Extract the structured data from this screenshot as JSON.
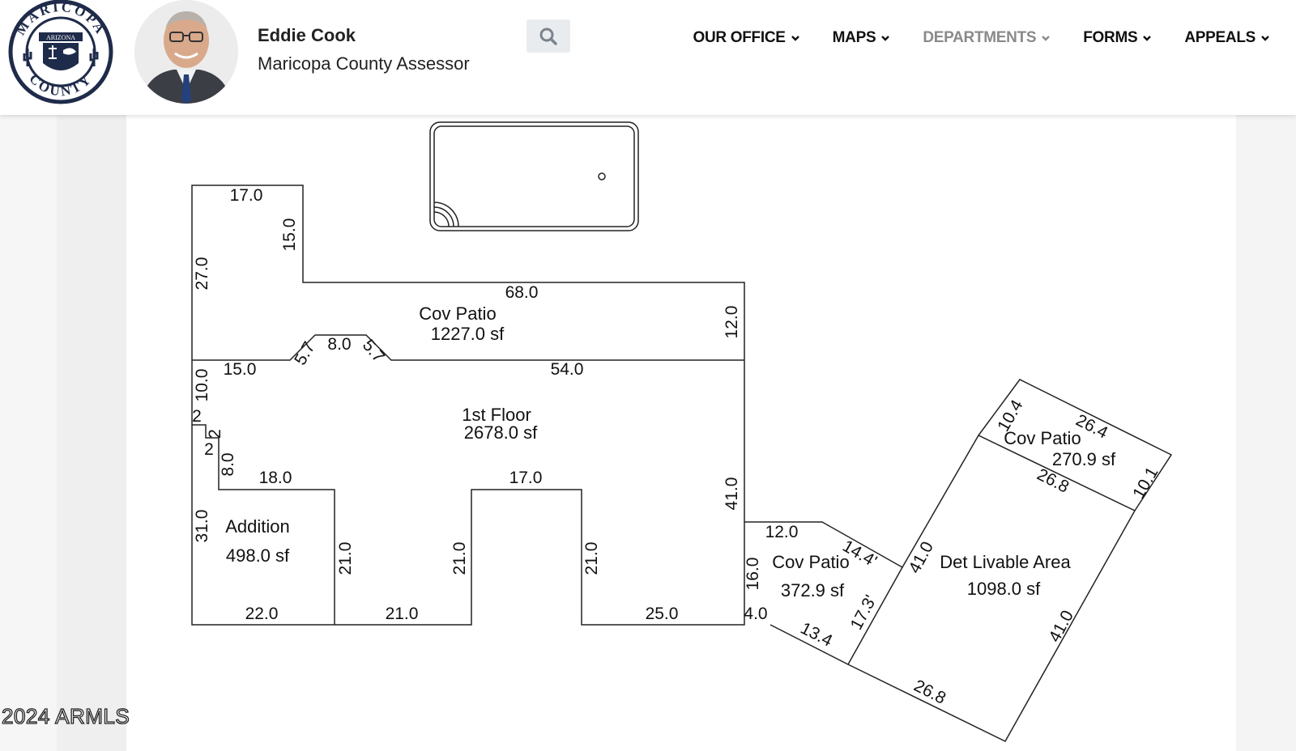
{
  "header": {
    "logo": {
      "top_text": "MARICOPA",
      "bottom_text": "COUNTY",
      "banner": "ARIZONA"
    },
    "person_name": "Eddie Cook",
    "person_title": "Maricopa County Assessor",
    "search_icon": "search-icon"
  },
  "nav": [
    {
      "label": "OUR OFFICE",
      "muted": false
    },
    {
      "label": "MAPS",
      "muted": false
    },
    {
      "label": "DEPARTMENTS",
      "muted": true
    },
    {
      "label": "FORMS",
      "muted": false
    },
    {
      "label": "APPEALS",
      "muted": false
    }
  ],
  "sketch": {
    "areas": {
      "cov_patio_main": {
        "name": "Cov Patio",
        "size": "1227.0 sf"
      },
      "first_floor": {
        "name": "1st Floor",
        "size": "2678.0 sf"
      },
      "addition": {
        "name": "Addition",
        "size": "498.0 sf"
      },
      "cov_patio_small": {
        "name": "Cov Patio",
        "size": "372.9 sf"
      },
      "det_livable": {
        "name": "Det Livable Area",
        "size": "1098.0 sf"
      },
      "cov_patio_det": {
        "name": "Cov Patio",
        "size": "270.9 sf"
      }
    },
    "dims": {
      "d17_0_top": "17.0",
      "d15_0_v": "15.0",
      "d27_0": "27.0",
      "d68_0": "68.0",
      "d12_0_v": "12.0",
      "d15_0_h": "15.0",
      "d5_7_a": "5.7",
      "d8_0_h": "8.0",
      "d5_7_b": "5.7",
      "d54_0": "54.0",
      "d10_0": "10.0",
      "d2_a": "2",
      "d2_b": "2",
      "d2_c": "2",
      "d8_0_v": "8.0",
      "d18_0": "18.0",
      "d17_0_mid": "17.0",
      "d41_0_v": "41.0",
      "d31_0": "31.0",
      "d21_0_a": "21.0",
      "d21_0_b": "21.0",
      "d21_0_c": "21.0",
      "d22_0": "22.0",
      "d21_0_h": "21.0",
      "d25_0": "25.0",
      "d12_0_h": "12.0",
      "d14_4": "14.4'",
      "d16_0": "16.0",
      "d4_0": "4.0",
      "d17_3": "17.3'",
      "d13_4": "13.4",
      "d41_0_det_l": "41.0",
      "d41_0_det_r": "41.0",
      "d26_8_bottom": "26.8",
      "d10_4": "10.4",
      "d26_4": "26.4",
      "d26_8_mid": "26.8",
      "d10_1": "10.1"
    }
  },
  "watermark": "2024 ARMLS"
}
